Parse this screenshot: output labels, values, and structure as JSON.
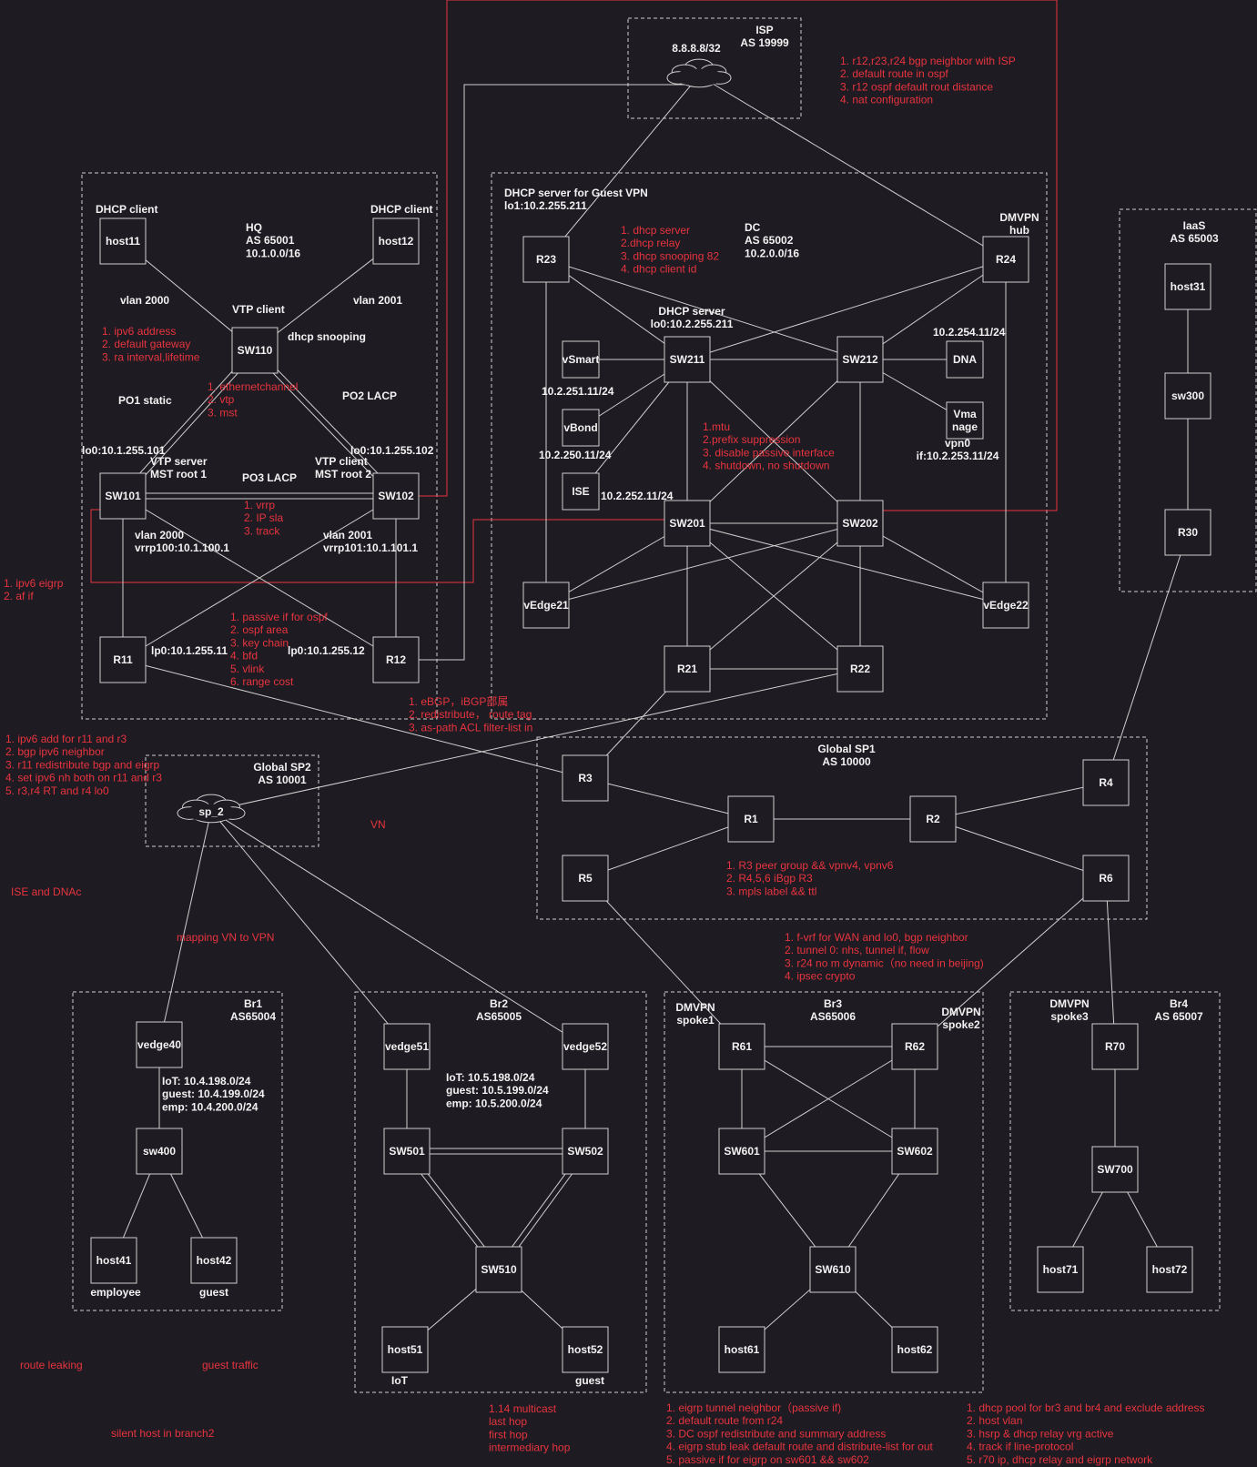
{
  "colors": {
    "background": "#1e1b22",
    "line": "#cfcfcf",
    "text": "#f2f2f2",
    "note": "#e8343f"
  },
  "nodes": {
    "host11": "host11",
    "host12": "host12",
    "SW110": "SW110",
    "SW101": "SW101",
    "SW102": "SW102",
    "R11": "R11",
    "R12": "R12",
    "R23": "R23",
    "R24": "R24",
    "SW211": "SW211",
    "SW212": "SW212",
    "vSmart": "vSmart",
    "vBond": "vBond",
    "ISE": "ISE",
    "DNA": "DNA",
    "Vmanage": "Vma\nnage",
    "SW201": "SW201",
    "SW202": "SW202",
    "vEdge21": "vEdge21",
    "vEdge22": "vEdge22",
    "R21": "R21",
    "R22": "R22",
    "host31": "host31",
    "sw300": "sw300",
    "R30": "R30",
    "R3": "R3",
    "R1": "R1",
    "R2": "R2",
    "R4": "R4",
    "R5": "R5",
    "R6": "R6",
    "vedge40": "vedge40",
    "sw400": "sw400",
    "host41": "host41",
    "host42": "host42",
    "vedge51": "vedge51",
    "vedge52": "vedge52",
    "SW501": "SW501",
    "SW502": "SW502",
    "SW510": "SW510",
    "host51": "host51",
    "host52": "host52",
    "R61": "R61",
    "R62": "R62",
    "SW601": "SW601",
    "SW602": "SW602",
    "SW610": "SW610",
    "host61": "host61",
    "host62": "host62",
    "R70": "R70",
    "SW700": "SW700",
    "host71": "host71",
    "host72": "host72"
  },
  "clouds": {
    "isp": "",
    "sp2": "sp_2"
  },
  "labels": {
    "isp_title": "ISP\nAS 19999",
    "isp_prefix": "8.8.8.8/32",
    "hq_title": "HQ\nAS 65001\n10.1.0.0/16",
    "dhcp_client_left": "DHCP client",
    "dhcp_client_right": "DHCP client",
    "vlan2000_top": "vlan 2000",
    "vlan2001_top": "vlan 2001",
    "vtp_client_sw110": "VTP client",
    "dhcp_snooping": "dhcp snooping",
    "po1": "PO1 static",
    "po2": "PO2 LACP",
    "po3": "PO3 LACP",
    "lo_sw101": "lo0:10.1.255.101",
    "lo_sw102": "lo0:10.1.255.102",
    "sw101_role": "VTP server\nMST root 1",
    "sw102_role": "VTP client\nMST root 2",
    "vrrp100": "vlan 2000\nvrrp100:10.1.100.1",
    "vrrp101": "vlan 2001\nvrrp101:10.1.101.1",
    "lo_r11": "lp0:10.1.255.11",
    "lo_r12": "lp0:10.1.255.12",
    "dc_title": "DC\nAS 65002\n10.2.0.0/16",
    "dc_dhcp_guest": "DHCP server for Guest VPN\nlo1:10.2.255.211",
    "dc_dhcp_server": "DHCP server\nlo0:10.2.255.211",
    "dmvpn_hub": "DMVPN\nhub",
    "dna_ip": "10.2.254.11/24",
    "vsmart_ip": "10.2.251.11/24",
    "vbond_ip": "10.2.250.11/24",
    "ise_ip": "10.2.252.11/24",
    "vmanage_ip": "vpn0\nif:10.2.253.11/24",
    "iaas_title": "IaaS\nAS 65003",
    "sp1_title": "Global SP1\nAS 10000",
    "sp2_title": "Global SP2\nAS 10001",
    "br1_title": "Br1\nAS65004",
    "br1_subnets": "IoT:     10.4.198.0/24\nguest:  10.4.199.0/24\nemp:    10.4.200.0/24",
    "host41_role": "employee",
    "host42_role": "guest",
    "br2_title": "Br2\nAS65005",
    "br2_subnets": "IoT:      10.5.198.0/24\nguest: 10.5.199.0/24\nemp:    10.5.200.0/24",
    "host51_role": "IoT",
    "host52_role": "guest",
    "br3_title": "Br3\nAS65006",
    "spoke1": "DMVPN\nspoke1",
    "spoke2": "DMVPN\nspoke2",
    "br4_title": "Br4\nAS 65007",
    "spoke3": "DMVPN\nspoke3"
  },
  "notes": {
    "isp_tasks": "1. r12,r23,r24 bgp neighbor  with ISP\n2. default route in ospf\n3. r12 ospf default rout distance\n4. nat configuration",
    "sw110_tasks": "1. ipv6 address\n2. default gateway\n3. ra interval,lifetime",
    "etherchannel_tasks": "1. ethernetchannel\n2. vtp\n3. mst",
    "vrrp_tasks": "1. vrrp\n2. IP sla\n3. track",
    "ipv6_eigrp": "1. ipv6 eigrp\n2. af if",
    "ospf_tasks": "1. passive if for ospf\n2. ospf area\n3. key chain\n4. bfd\n5. vlink\n6. range cost",
    "dhcp_tasks": "1. dhcp server\n2.dhcp relay\n3. dhcp snooping 82\n4. dhcp client id",
    "mtu_tasks": "1.mtu\n2.prefix suppression\n3. disable passive interface\n4. shutdown, no shutdown",
    "ebgp_tasks": "1. eBGP，iBGP部属\n2. redistribute，  route tag\n3. as-path ACL filter-list in",
    "ipv6_bgp_tasks": "1. ipv6 add for r11 and r3\n2. bgp ipv6 neighbor\n3.  r11 redistribute bgp and eigrp\n4. set ipv6 nh both on r11 and r3\n5. r3,r4  RT and r4 lo0",
    "vn": "VN",
    "ise_dnac": "ISE and DNAc",
    "mapping": "mapping VN to VPN",
    "sp1_tasks": "1. R3 peer group  && vpnv4, vpnv6\n2. R4,5,6 iBgp R3\n3. mpls label && ttl",
    "dmvpn_tasks": "1. f-vrf for WAN and lo0, bgp neighbor\n2. tunnel 0: nhs, tunnel if, flow\n3. r24 no m dynamic（no need in beijing)\n4. ipsec crypto",
    "route_leaking": "route leaking",
    "guest_traffic": "guest traffic",
    "silent_host": "silent host in branch2",
    "multicast": "1.14  multicast\nlast hop\nfirst hop\nintermediary hop",
    "eigrp_tasks": "1. eigrp tunnel neighbor（passive if)\n2. default route from r24\n3. DC ospf redistribute and summary address\n4. eigrp stub  leak default route and distribute-list for out\n5. passive if for eigrp on sw601 && sw602",
    "dhcp_pool_tasks": "1. dhcp pool for br3 and br4 and exclude address\n2. host vlan\n3. hsrp & dhcp relay vrg active\n4. track if line-protocol\n5. r70 ip, dhcp relay and eigrp network"
  }
}
